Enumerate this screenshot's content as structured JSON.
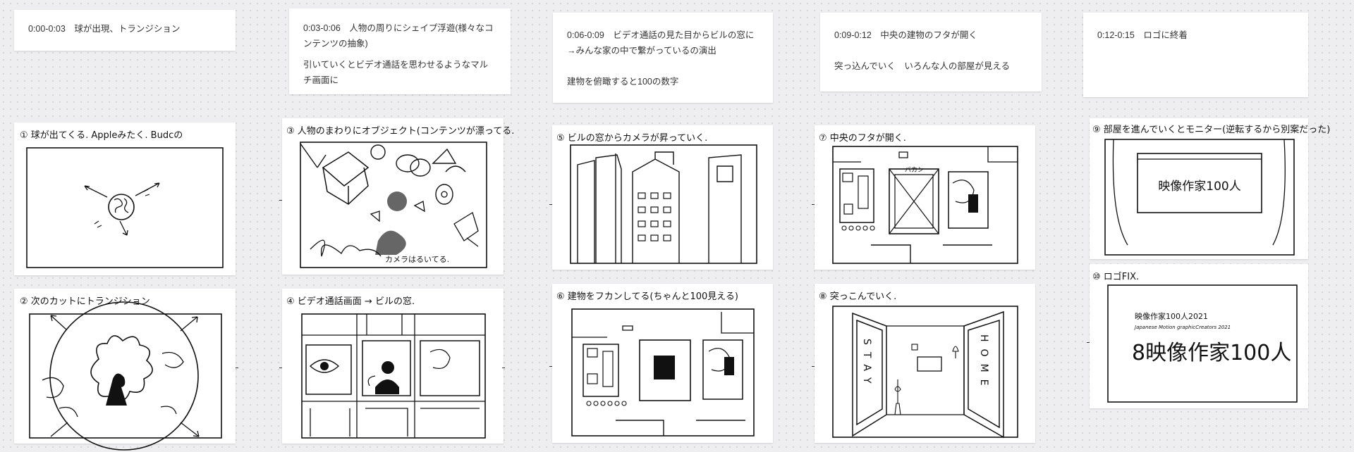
{
  "notes": [
    {
      "lines": [
        "0:00-0:03　球が出現、トランジション"
      ]
    },
    {
      "lines": [
        "0:03-0:06　人物の周りにシェイプ浮遊(様々なコンテンツの抽象)",
        "引いていくとビデオ通話を思わせるようなマルチ画面に"
      ]
    },
    {
      "lines": [
        "0:06-0:09　ビデオ通話の見た目からビルの窓に→みんな家の中で繋がっているの演出",
        "建物を俯瞰すると100の数字"
      ]
    },
    {
      "lines": [
        "0:09-0:12　中央の建物のフタが開く",
        "突っ込んでいく　いろんな人の部屋が見える"
      ]
    },
    {
      "lines": [
        "0:12-0:15　ロゴに終着"
      ]
    }
  ],
  "frames": {
    "f1": {
      "caption": "① 球が出てくる. Appleみたく. Budcの"
    },
    "f2": {
      "caption": "② 次のカットにトランジション"
    },
    "f3": {
      "caption": "③ 人物のまわりにオブジェクト(コンテンツが漂ってる.",
      "note": "カメラはるいてる."
    },
    "f4": {
      "caption": "④ ビデオ通話画面 → ビルの窓."
    },
    "f5": {
      "caption": "⑤ ビルの窓からカメラが昇っていく."
    },
    "f6": {
      "caption": "⑥ 建物をフカンしてる(ちゃんと100見える)"
    },
    "f7": {
      "caption": "⑦ 中央のフタが開く.",
      "lid_label": "バカン"
    },
    "f8": {
      "caption": "⑧ 突っこんでいく.",
      "left_letters": "STAY",
      "right_letters": "HOME"
    },
    "f9": {
      "caption": "⑨ 部屋を進んでいくとモニター(逆転するから別案だった)",
      "screen_text": "映像作家100人"
    },
    "f10": {
      "caption": "⑩ ロゴFIX.",
      "logo_small": "映像作家100人2021",
      "logo_sub": "Japanese Motion graphicCreators 2021",
      "logo_big": "8映像作家100人"
    }
  }
}
